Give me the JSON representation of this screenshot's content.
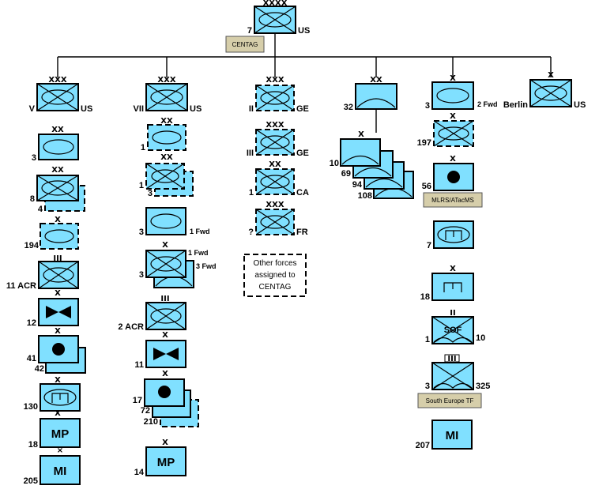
{
  "hq": {
    "number": "7",
    "nation": "US",
    "tag": "CENTAG",
    "echelon": "XXXX"
  },
  "corps": [
    {
      "id": "v",
      "roman": "V",
      "nation": "US",
      "echelon": "XXX"
    },
    {
      "id": "vii",
      "roman": "VII",
      "nation": "US",
      "echelon": "XXX"
    },
    {
      "id": "ii",
      "roman": "II",
      "nation": "GE",
      "echelon": "XXX"
    },
    {
      "id": "32",
      "number": "32",
      "echelon": "XX"
    },
    {
      "id": "3",
      "number": "3",
      "extra": "2 Fwd",
      "echelon": "X"
    },
    {
      "id": "berlin",
      "label": "Berlin",
      "nation": "US",
      "echelon": "X"
    }
  ],
  "v_corps_units": [
    {
      "label": "3",
      "echelon": "XX"
    },
    {
      "label": "8",
      "label2": "4",
      "echelon": "XX"
    },
    {
      "label": "194",
      "echelon": "X"
    },
    {
      "label": "11 ACR",
      "echelon": "III"
    },
    {
      "label": "12",
      "echelon": "X"
    },
    {
      "label": "41",
      "label2": "42",
      "echelon": "X"
    },
    {
      "label": "130",
      "echelon": "X"
    },
    {
      "label": "18",
      "text": "MP",
      "echelon": "X"
    },
    {
      "label": "205",
      "text": "MI",
      "echelon": ""
    }
  ],
  "vii_corps_units": [
    {
      "label": "1",
      "echelon": "XX"
    },
    {
      "label": "1",
      "label2": "3",
      "echelon": "XX"
    },
    {
      "label": "3",
      "extra": "1 Fwd",
      "echelon": ""
    },
    {
      "label": "3",
      "extra": "1 Fwd",
      "extra2": "3 Fwd",
      "echelon": "X"
    },
    {
      "label": "2 ACR",
      "echelon": "III"
    },
    {
      "label": "11",
      "echelon": "X"
    },
    {
      "label": "17",
      "label2": "72",
      "label3": "210",
      "echelon": "X"
    },
    {
      "label": "14",
      "text": "MP",
      "echelon": "X"
    }
  ],
  "allied_units": [
    {
      "label": "III",
      "nation": "GE",
      "echelon": "XXX"
    },
    {
      "label": "1",
      "nation": "CA",
      "echelon": "XX"
    },
    {
      "label": "?",
      "nation": "FR",
      "echelon": "XXX"
    }
  ],
  "note": {
    "lines": [
      "Other forces",
      "assigned to",
      "CENTAG"
    ]
  },
  "div32_units": {
    "labels": [
      "10",
      "69",
      "94",
      "108"
    ],
    "echelon": "X"
  },
  "brigade_column": [
    {
      "label": "197",
      "echelon": "X"
    },
    {
      "label": "56",
      "tag": "MLRS/ATacMS",
      "echelon": "X"
    },
    {
      "label": "7",
      "echelon": ""
    },
    {
      "label": "18",
      "echelon": "X"
    },
    {
      "label": "1",
      "extra": "10",
      "text": "SOF",
      "echelon": "II"
    },
    {
      "label": "3",
      "extra": "325",
      "tag": "South Europe TF",
      "echelon": "III"
    },
    {
      "label": "207",
      "text": "MI",
      "echelon": ""
    }
  ],
  "colors": {
    "fill": "#80e0ff",
    "tag": "#d6ceaa"
  }
}
